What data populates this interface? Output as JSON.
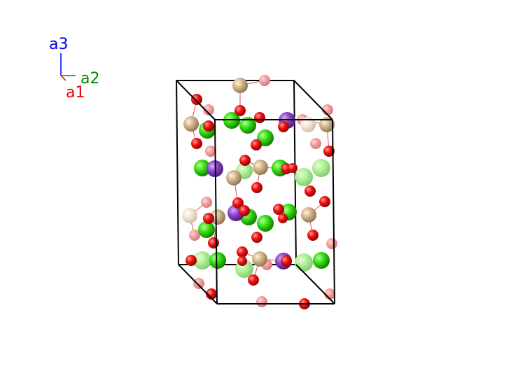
{
  "axes": {
    "a1": {
      "label": "a1",
      "color": "#ee0000"
    },
    "a2": {
      "label": "a2",
      "color": "#008800"
    },
    "a3": {
      "label": "a3",
      "color": "#0000ee"
    }
  },
  "elements": {
    "oxygen": {
      "color": "#e80000",
      "icon": "red-sphere"
    },
    "chlorine": {
      "color": "#22dd11",
      "icon": "green-sphere"
    },
    "potassium": {
      "color": "#8a44c9",
      "icon": "purple-sphere"
    },
    "metal": {
      "color": "#d2b48c",
      "icon": "tan-sphere"
    }
  },
  "cell_edge_color": "#000000",
  "bond_color": "#e05050"
}
